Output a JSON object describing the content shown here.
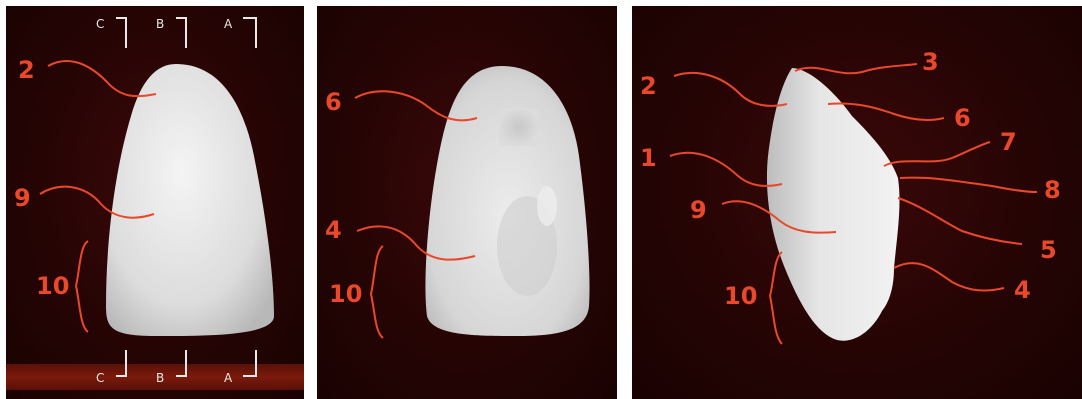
{
  "panel_1": {
    "section_top": [
      "C",
      "B",
      "A"
    ],
    "section_bottom": [
      "C",
      "B",
      "A"
    ],
    "labels": [
      "2",
      "9",
      "10"
    ]
  },
  "panel_2": {
    "labels": [
      "6",
      "4",
      "10"
    ]
  },
  "panel_3": {
    "labels_left": [
      "2",
      "1",
      "9",
      "10"
    ],
    "labels_right": [
      "3",
      "6",
      "7",
      "8",
      "5",
      "4"
    ]
  },
  "colors": {
    "background": "#240404",
    "label": "#e9482a",
    "tooth": "#e6e6e6"
  }
}
